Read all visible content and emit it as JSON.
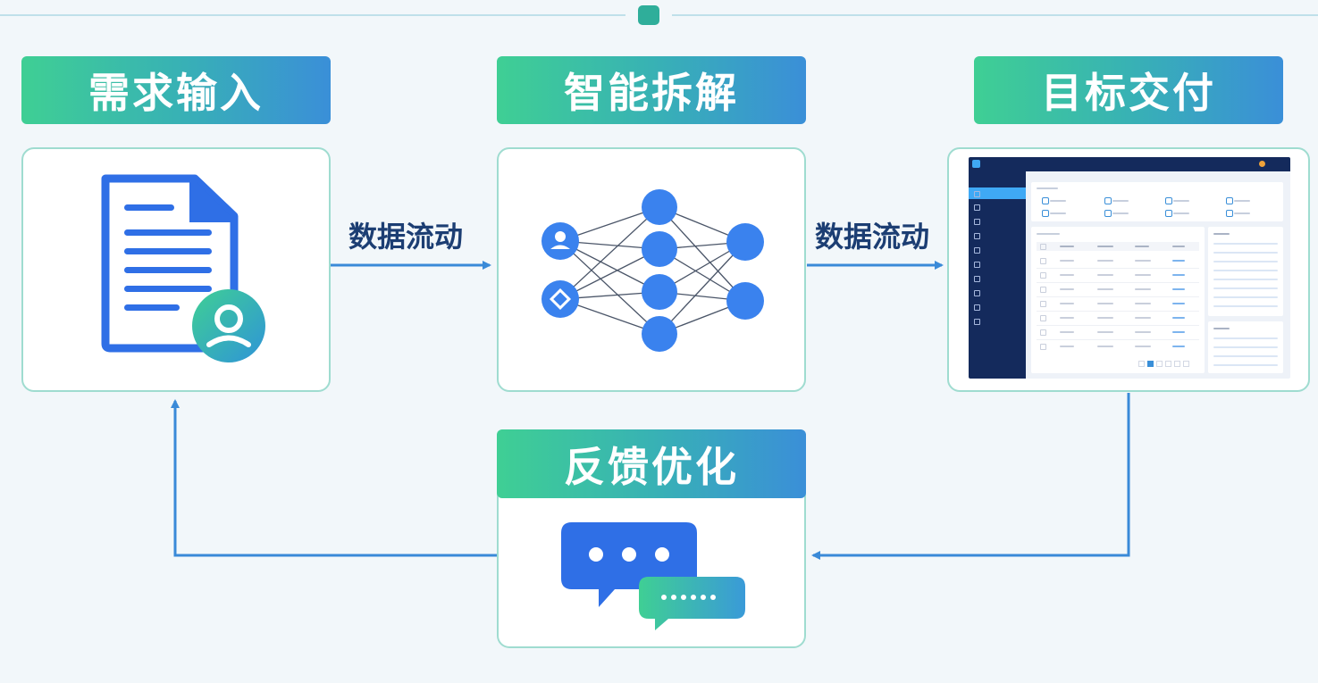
{
  "steps": [
    {
      "title": "需求输入",
      "icon": "document-user-icon"
    },
    {
      "title": "智能拆解",
      "icon": "neural-network-icon"
    },
    {
      "title": "目标交付",
      "icon": "dashboard-screenshot"
    },
    {
      "title": "反馈优化",
      "icon": "chat-bubbles-icon"
    }
  ],
  "flows": [
    {
      "label": "数据流动"
    },
    {
      "label": "数据流动"
    }
  ],
  "colors": {
    "accent_blue": "#3a82ee",
    "accent_green": "#3fcf94",
    "flow_text": "#1c3e73",
    "arrow": "#3a8ad8",
    "card_border": "#9fdcd0"
  }
}
